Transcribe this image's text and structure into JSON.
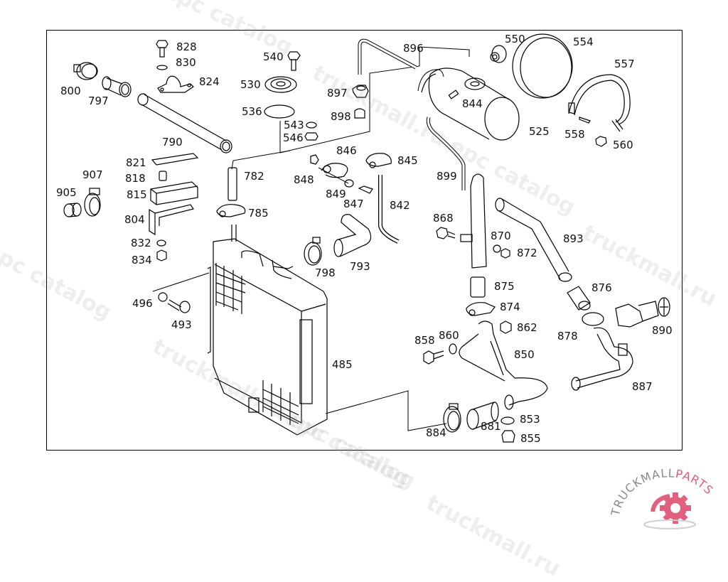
{
  "diagram": {
    "title": "Radiator / coolant expansion tank parts diagram",
    "part_labels": [
      {
        "id": "828",
        "text": "828"
      },
      {
        "id": "830",
        "text": "830"
      },
      {
        "id": "824",
        "text": "824"
      },
      {
        "id": "800",
        "text": "800"
      },
      {
        "id": "797",
        "text": "797"
      },
      {
        "id": "790",
        "text": "790"
      },
      {
        "id": "821",
        "text": "821"
      },
      {
        "id": "818",
        "text": "818"
      },
      {
        "id": "815",
        "text": "815"
      },
      {
        "id": "804",
        "text": "804"
      },
      {
        "id": "832",
        "text": "832"
      },
      {
        "id": "834",
        "text": "834"
      },
      {
        "id": "907",
        "text": "907"
      },
      {
        "id": "905",
        "text": "905"
      },
      {
        "id": "540",
        "text": "540"
      },
      {
        "id": "530",
        "text": "530"
      },
      {
        "id": "536",
        "text": "536"
      },
      {
        "id": "543",
        "text": "543"
      },
      {
        "id": "546",
        "text": "546"
      },
      {
        "id": "896",
        "text": "896"
      },
      {
        "id": "897",
        "text": "897"
      },
      {
        "id": "898",
        "text": "898"
      },
      {
        "id": "844",
        "text": "844"
      },
      {
        "id": "550",
        "text": "550"
      },
      {
        "id": "554",
        "text": "554"
      },
      {
        "id": "557",
        "text": "557"
      },
      {
        "id": "525",
        "text": "525"
      },
      {
        "id": "558",
        "text": "558"
      },
      {
        "id": "560",
        "text": "560"
      },
      {
        "id": "782",
        "text": "782"
      },
      {
        "id": "785",
        "text": "785"
      },
      {
        "id": "846",
        "text": "846"
      },
      {
        "id": "845",
        "text": "845"
      },
      {
        "id": "848",
        "text": "848"
      },
      {
        "id": "849",
        "text": "849"
      },
      {
        "id": "847",
        "text": "847"
      },
      {
        "id": "842",
        "text": "842"
      },
      {
        "id": "899",
        "text": "899"
      },
      {
        "id": "868",
        "text": "868"
      },
      {
        "id": "870",
        "text": "870"
      },
      {
        "id": "872",
        "text": "872"
      },
      {
        "id": "893",
        "text": "893"
      },
      {
        "id": "798",
        "text": "798"
      },
      {
        "id": "793",
        "text": "793"
      },
      {
        "id": "496",
        "text": "496"
      },
      {
        "id": "493",
        "text": "493"
      },
      {
        "id": "485",
        "text": "485"
      },
      {
        "id": "875",
        "text": "875"
      },
      {
        "id": "874",
        "text": "874"
      },
      {
        "id": "876",
        "text": "876"
      },
      {
        "id": "890",
        "text": "890"
      },
      {
        "id": "878",
        "text": "878"
      },
      {
        "id": "862",
        "text": "862"
      },
      {
        "id": "858",
        "text": "858"
      },
      {
        "id": "860",
        "text": "860"
      },
      {
        "id": "850",
        "text": "850"
      },
      {
        "id": "887",
        "text": "887"
      },
      {
        "id": "853",
        "text": "853"
      },
      {
        "id": "884",
        "text": "884"
      },
      {
        "id": "881",
        "text": "881"
      },
      {
        "id": "855",
        "text": "855"
      }
    ]
  },
  "watermark": {
    "text": "truckmall.ru epc catalog",
    "fragments": [
      "epc catalog",
      "truckmall.ru epc catalog",
      "truckmall.ru",
      "epc catalog",
      "truckmall.ru epc catalog",
      "epc catalog",
      "truckmall.ru",
      "e"
    ]
  },
  "logo": {
    "part1": "TRUCKMALL",
    "part2": "PARTS",
    "text_color": "#8a8a8a",
    "accent_color": "#e0607e"
  }
}
